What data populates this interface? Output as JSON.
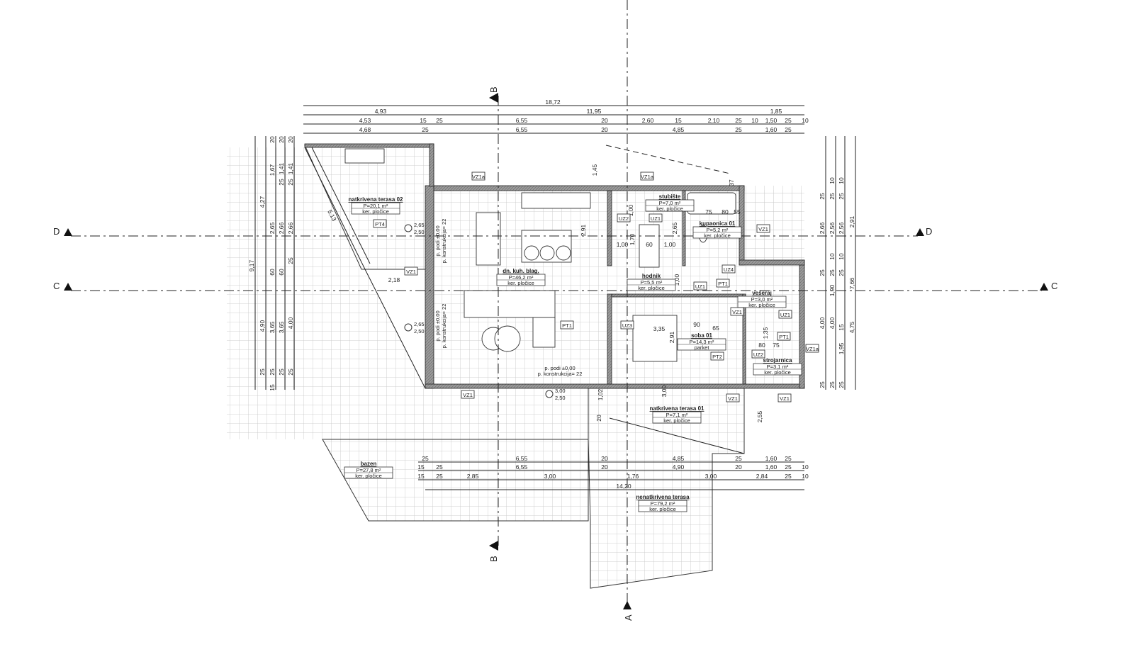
{
  "drawing": {
    "sections": {
      "a": "A",
      "b_top": "B",
      "b_bottom": "B",
      "c_left": "C",
      "c_right": "C",
      "d_left": "D",
      "d_right": "D"
    },
    "top_dims": [
      [
        "18,72"
      ],
      [
        "4,93",
        "11,95",
        "1,85"
      ],
      [
        "4,53",
        "15",
        "25",
        "6,55",
        "20",
        "2,60",
        "15",
        "2,10",
        "25",
        "10",
        "1,50",
        "25",
        "10"
      ],
      [
        "4,68",
        "25",
        "6,55",
        "20",
        "4,85",
        "25",
        "1,60",
        "25"
      ]
    ],
    "bottom_dims": [
      [
        "25",
        "6,55",
        "20",
        "4,85",
        "25",
        "1,60",
        "25"
      ],
      [
        "15",
        "25",
        "6,55",
        "20",
        "4,90",
        "20",
        "1,60",
        "25",
        "10"
      ],
      [
        "15",
        "25",
        "2,85",
        "3,00",
        "1,76",
        "3,00",
        "2,84",
        "25",
        "10"
      ],
      [
        "14,20"
      ]
    ],
    "left_dims": [
      [
        "9,17"
      ],
      [
        "4,27",
        "4,90",
        "25"
      ],
      [
        "20",
        "1,67",
        "2,65",
        "60",
        "3,65",
        "25",
        "15"
      ],
      [
        "20",
        "1,41",
        "25",
        "2,66",
        "60",
        "3,65",
        "25"
      ],
      [
        "20",
        "1,41",
        "25",
        "2,66",
        "25",
        "4,00",
        "25"
      ]
    ],
    "right_dims": [
      [
        "25",
        "2,66",
        "25",
        "4,00",
        "25"
      ],
      [
        "25",
        "10",
        "2,56",
        "25",
        "10",
        "1,90",
        "4,00",
        "25"
      ],
      [
        "25",
        "10",
        "2,56",
        "25",
        "10",
        "15",
        "1,95",
        "25"
      ],
      [
        "2,91",
        "7,66",
        "4,75"
      ]
    ],
    "inner_dims": [
      "2,18",
      "1,45",
      "37",
      "2,91",
      "3,00",
      "1,02",
      "20",
      "2,55",
      "1,00",
      "1,70",
      "1,00",
      "60",
      "1,00",
      "2,65",
      "75",
      "80",
      "55",
      "3,35",
      "90",
      "65",
      "2,91",
      "1,00",
      "80",
      "75",
      "1,35"
    ],
    "rooms": [
      {
        "name": "natkrivena terasa 02",
        "area": "P=20,1 m²",
        "floor": "ker. pločice"
      },
      {
        "name": "dn. kuh. blag.",
        "area": "P=46,2 m²",
        "floor": "ker. pločice"
      },
      {
        "name": "stubište",
        "area": "P=7,0 m²",
        "floor": "ker. pločice"
      },
      {
        "name": "kupaonica 01",
        "area": "P=5,2 m²",
        "floor": "ker. pločice"
      },
      {
        "name": "hodnik",
        "area": "P=5,5 m²",
        "floor": "ker. pločice"
      },
      {
        "name": "soba 01",
        "area": "P=14,3 m²",
        "floor": "parket"
      },
      {
        "name": "vešeraj",
        "area": "P=3,0 m²",
        "floor": "ker. pločice"
      },
      {
        "name": "strojarnica",
        "area": "P=3,1 m²",
        "floor": "ker. pločice"
      },
      {
        "name": "natkrivena terasa 01",
        "area": "P=7,1 m²",
        "floor": "ker. pločice"
      },
      {
        "name": "bazen",
        "area": "P=27,8 m²",
        "floor": "ker. pločice"
      },
      {
        "name": "nenatkrivena terasa",
        "area": "P=79,2 m²",
        "floor": "ker. pločice"
      }
    ],
    "tags": [
      "VZ1a",
      "VZ1a",
      "VZ1",
      "VZ1",
      "VZ1",
      "VZ1",
      "VZ1",
      "VZ1",
      "UZ1",
      "UZ1",
      "UZ1",
      "UZ2",
      "UZ2",
      "UZ3",
      "UZ4",
      "PT1",
      "PT1",
      "PT1",
      "PT2",
      "PT4",
      "VZ1a"
    ],
    "level_notes": [
      {
        "a": "p. podi ±0,00",
        "b": "p. konstrukcija= 22"
      },
      {
        "a": "p. podi ±0,00",
        "b": "p. konstrukcija= 22"
      },
      {
        "a": "p. podi ±0,00",
        "b": "p. konstrukcija= 22"
      }
    ],
    "window_marks": [
      {
        "a": "2,65",
        "b": "2,50"
      },
      {
        "a": "2,65",
        "b": "2,50"
      },
      {
        "a": "3,00",
        "b": "2,50"
      }
    ],
    "slope_dim": "5,13",
    "colors": {
      "line": "#222222",
      "grid": "#b9b9b9",
      "wall": "#8a8a8a"
    }
  }
}
